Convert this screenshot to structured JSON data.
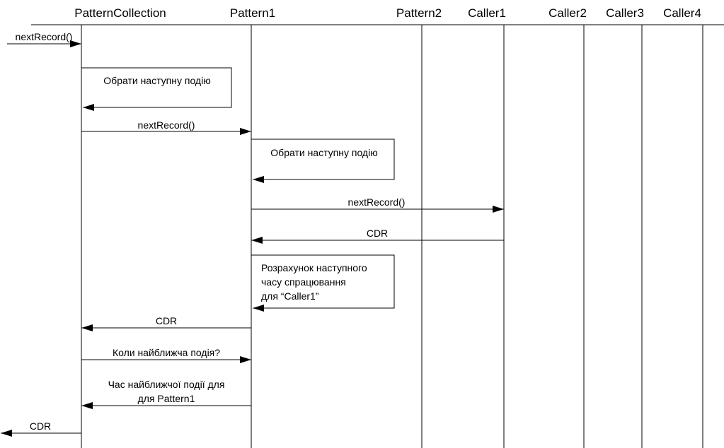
{
  "participants": [
    {
      "id": "pc",
      "label": "PatternCollection"
    },
    {
      "id": "p1",
      "label": "Pattern1"
    },
    {
      "id": "p2",
      "label": "Pattern2"
    },
    {
      "id": "c1",
      "label": "Caller1"
    },
    {
      "id": "c2",
      "label": "Caller2"
    },
    {
      "id": "c3",
      "label": "Caller3"
    },
    {
      "id": "c4",
      "label": "Caller4"
    }
  ],
  "messages": [
    {
      "id": "m1",
      "label": "nextRecord()"
    },
    {
      "id": "m2",
      "label": "nextRecord()"
    },
    {
      "id": "m3",
      "label": "nextRecord()"
    },
    {
      "id": "m4",
      "label": "CDR"
    },
    {
      "id": "m5",
      "label": "CDR"
    },
    {
      "id": "m6",
      "label": "Коли найближча подія?"
    },
    {
      "id": "m7",
      "label_lines": [
        "Час найближчої події для",
        "для Pattern1"
      ]
    },
    {
      "id": "m8",
      "label": "CDR"
    }
  ],
  "self_calls": [
    {
      "id": "s1",
      "lines": [
        "Обрати наступну подію"
      ]
    },
    {
      "id": "s2",
      "lines": [
        "Обрати наступну подію"
      ]
    },
    {
      "id": "s3",
      "lines": [
        "Розрахунок наступного",
        "часу спрацювання",
        "для “Caller1”"
      ]
    }
  ]
}
